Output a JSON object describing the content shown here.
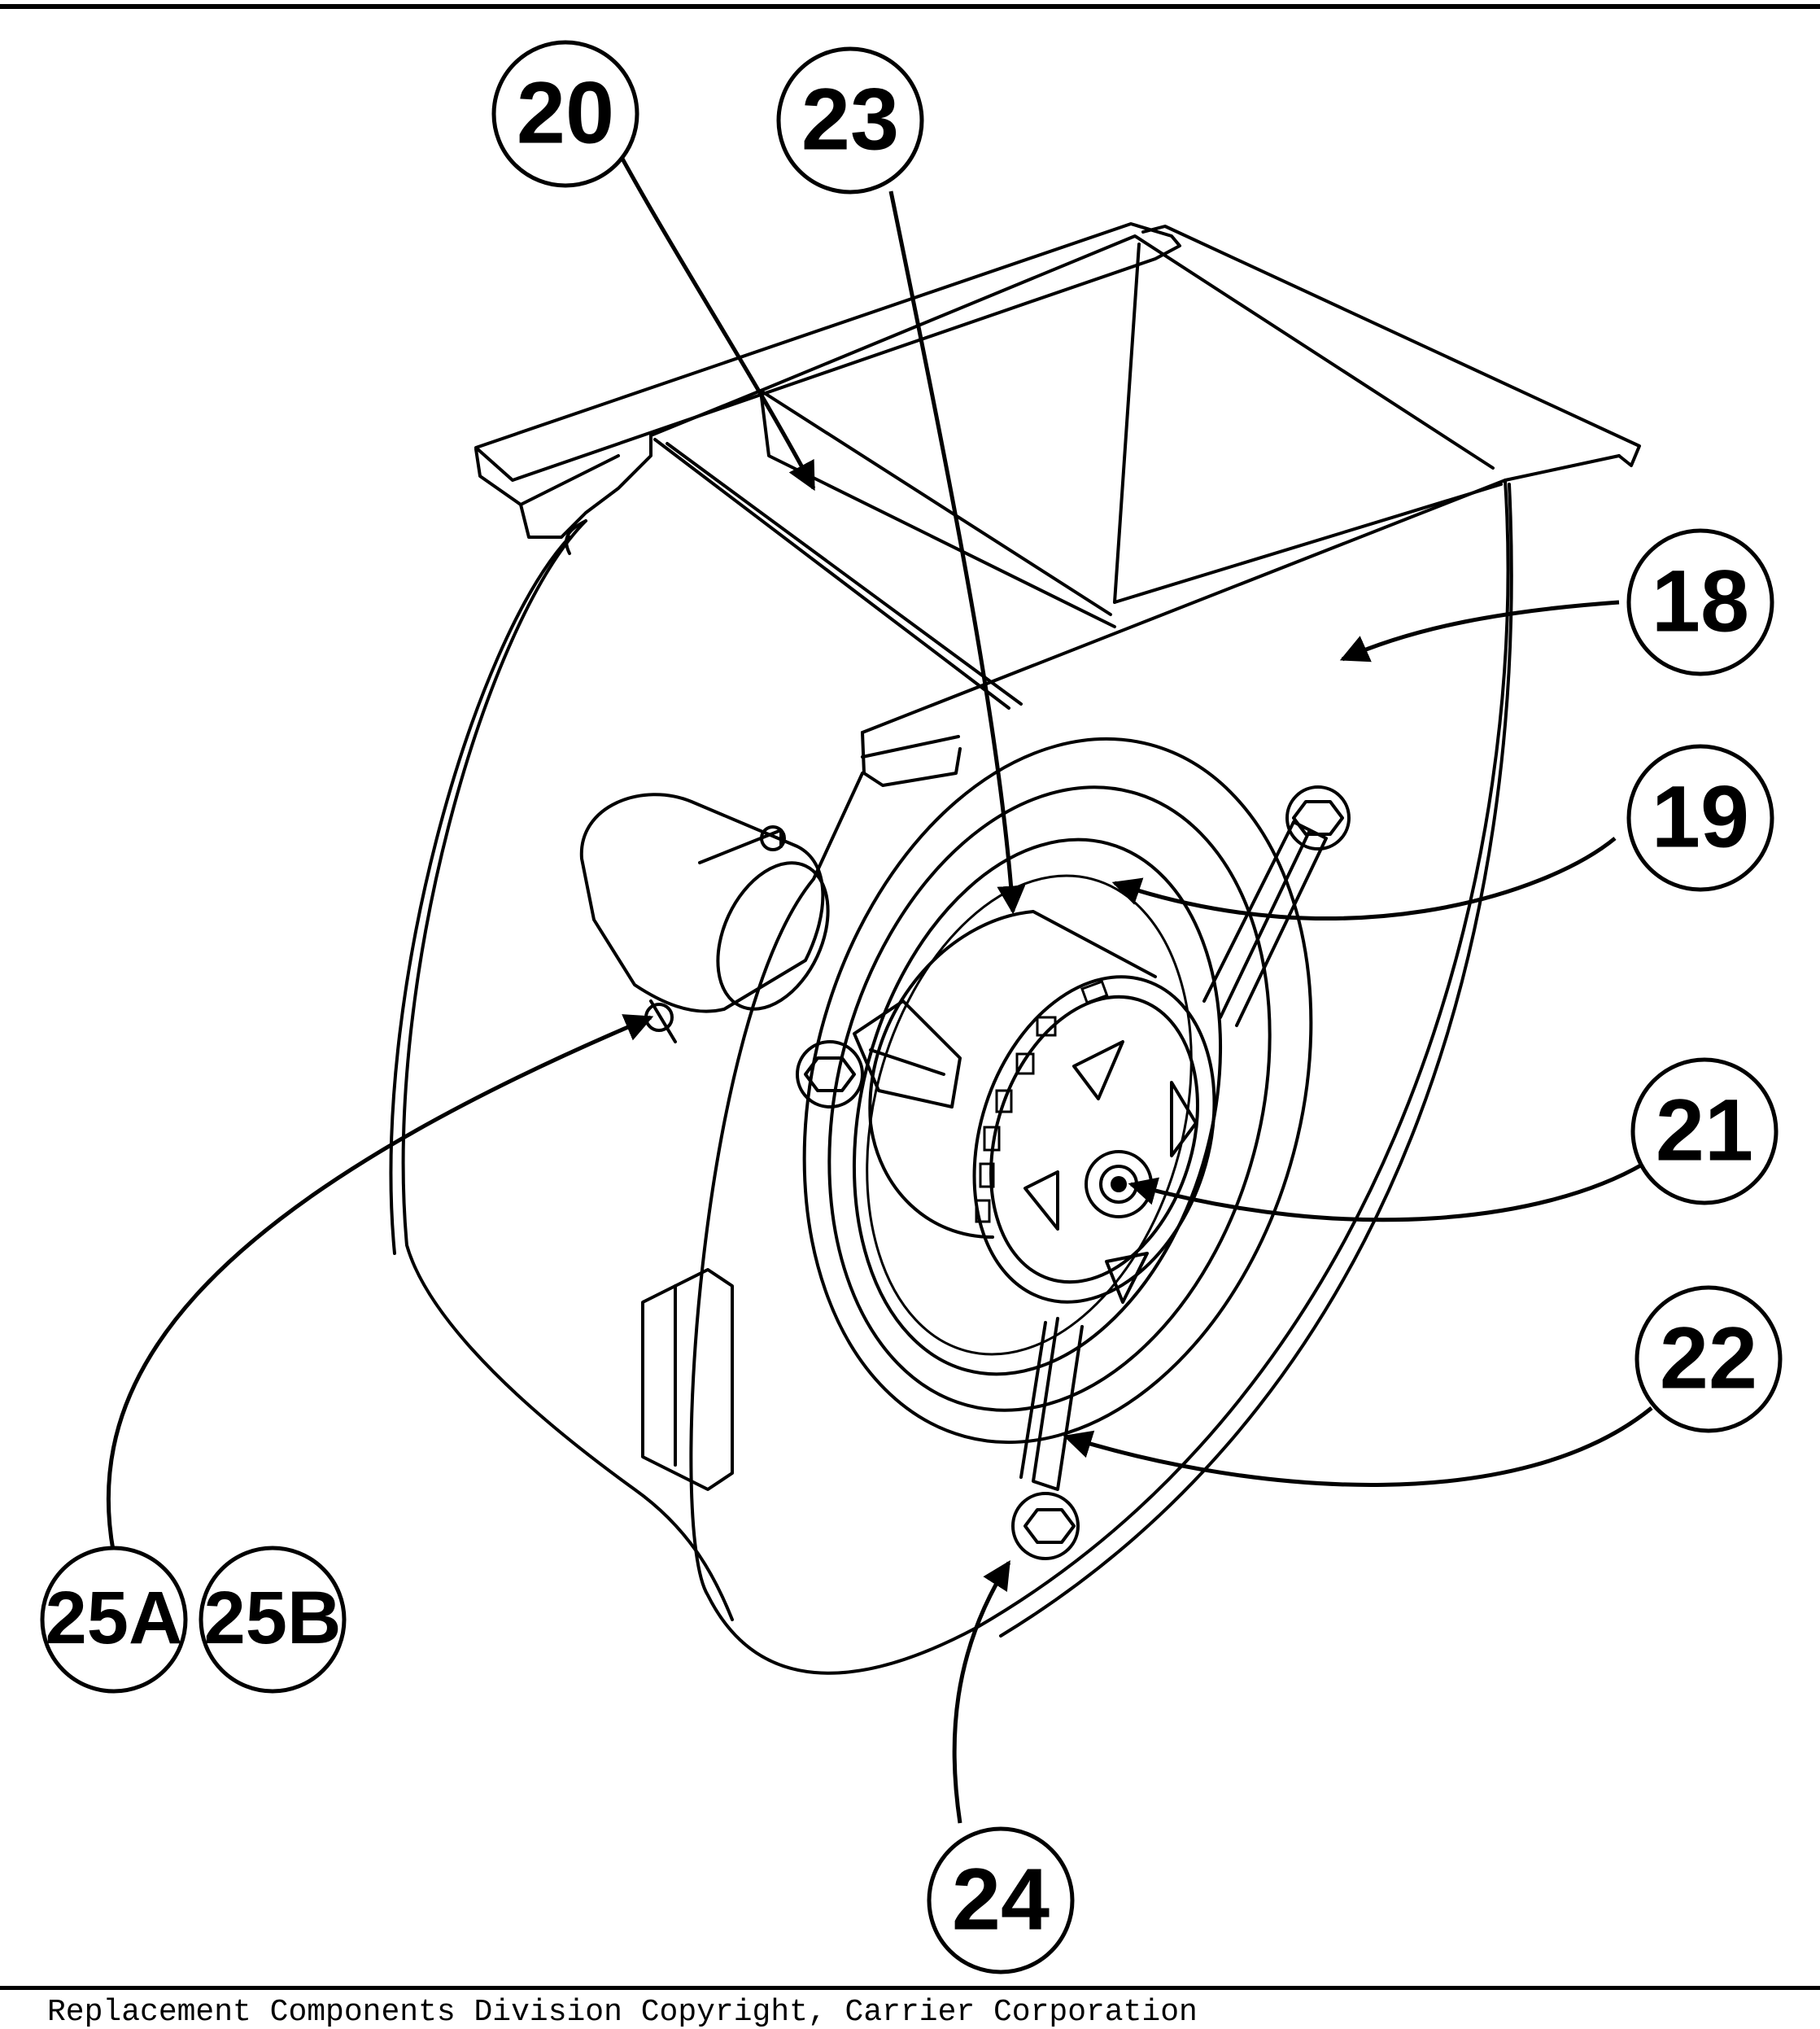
{
  "diagram": {
    "callouts": [
      {
        "id": "20",
        "label": "20"
      },
      {
        "id": "23",
        "label": "23"
      },
      {
        "id": "18",
        "label": "18"
      },
      {
        "id": "19",
        "label": "19"
      },
      {
        "id": "21",
        "label": "21"
      },
      {
        "id": "22",
        "label": "22"
      },
      {
        "id": "25A",
        "label": "25A"
      },
      {
        "id": "25B",
        "label": "25B"
      },
      {
        "id": "24",
        "label": "24"
      }
    ]
  },
  "footer": {
    "text": "Replacement Components Division      Copyright, Carrier Corporation"
  }
}
